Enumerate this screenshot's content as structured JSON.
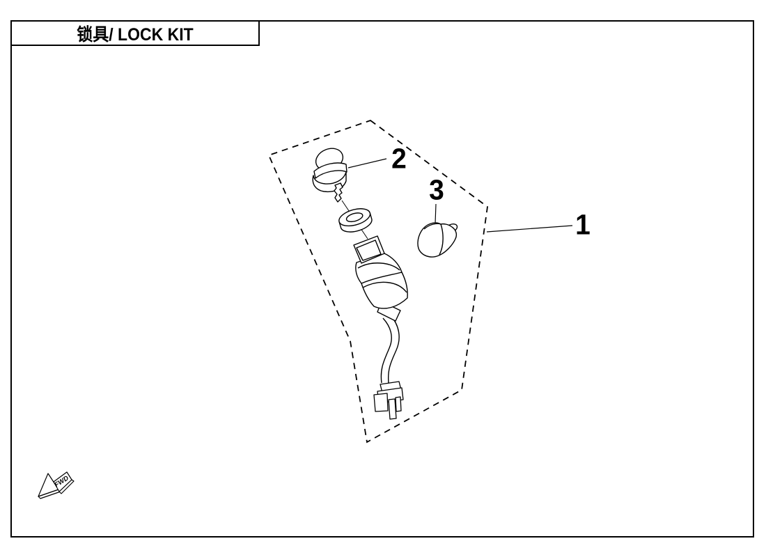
{
  "page": {
    "background": "#ffffff",
    "line_color": "#000000"
  },
  "header": {
    "title": "锁具/ LOCK KIT"
  },
  "diagram": {
    "callouts": [
      {
        "number": "1"
      },
      {
        "number": "2"
      },
      {
        "number": "3"
      }
    ]
  },
  "direction_indicator": {
    "label": "FWD"
  }
}
